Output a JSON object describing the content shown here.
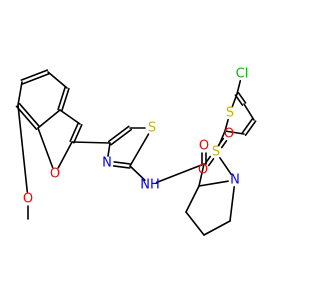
{
  "colors": {
    "bond": "#000000",
    "carbon": "#000000",
    "oxygen": "#ff0000",
    "nitrogen": "#0000ff",
    "sulfur": "#c8b400",
    "chlorine": "#00c000",
    "hydrogen_on_n": "#0000ff"
  },
  "atoms": {
    "cl": {
      "text": "Cl",
      "element": "chlorine"
    },
    "s_thiophene": {
      "text": "S",
      "element": "sulfur"
    },
    "s_thiazole": {
      "text": "S",
      "element": "sulfur"
    },
    "s_sulfonyl": {
      "text": "S",
      "element": "sulfur"
    },
    "o_sulfonyl_top": {
      "text": "O",
      "element": "oxygen"
    },
    "o_sulfonyl_bottom": {
      "text": "O",
      "element": "oxygen"
    },
    "o_carbonyl": {
      "text": "O",
      "element": "oxygen"
    },
    "o_furan": {
      "text": "O",
      "element": "oxygen"
    },
    "o_methoxy": {
      "text": "O",
      "element": "oxygen"
    },
    "n_thiazole": {
      "text": "N",
      "element": "nitrogen"
    },
    "nh_amide": {
      "text": "NH",
      "element": "nitrogen"
    },
    "n_pyrrolidine": {
      "text": "N",
      "element": "nitrogen"
    }
  }
}
